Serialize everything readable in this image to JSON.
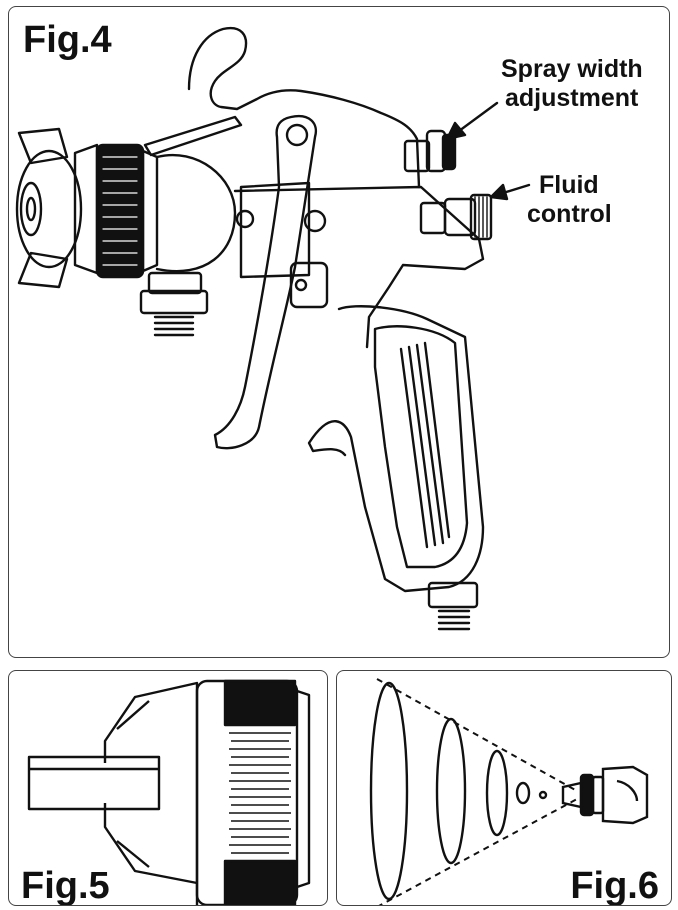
{
  "fig4": {
    "label": "Fig.4",
    "callouts": {
      "spray_width_line1": "Spray width",
      "spray_width_line2": "adjustment",
      "fluid_control_line1": "Fluid",
      "fluid_control_line2": "control"
    }
  },
  "fig5": {
    "label": "Fig.5"
  },
  "fig6": {
    "label": "Fig.6"
  },
  "colors": {
    "ink": "#111111",
    "border": "#444444",
    "background": "#ffffff"
  }
}
